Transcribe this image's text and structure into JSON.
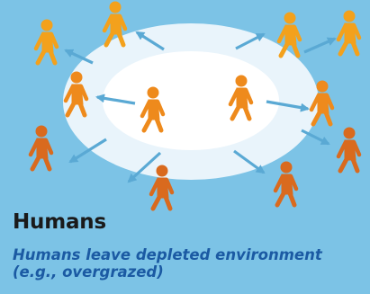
{
  "background_color": "#7cc3e6",
  "zone_colors": {
    "outer": "#e9f4fb",
    "inner": "#ffffff"
  },
  "arrow_color": "#5aa9d4",
  "person_colors": {
    "light": "#f3a11c",
    "mid": "#ee8a1c",
    "dark": "#d96a1e"
  },
  "person_icon": "walking-person-icon",
  "heading": "Humans",
  "subtitle_line1": "Humans leave depleted environment",
  "subtitle_line2": "(e.g., overgrazed)"
}
